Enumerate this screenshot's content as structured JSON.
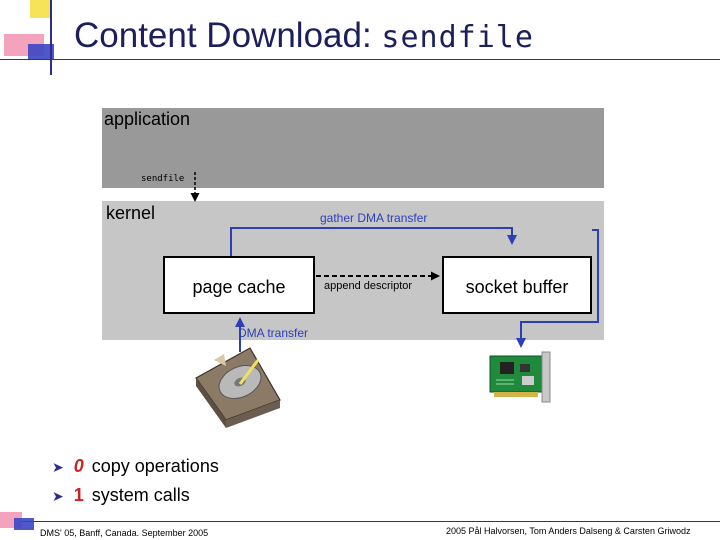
{
  "slide": {
    "title_main": "Content Download: ",
    "title_code": "sendfile"
  },
  "diagram": {
    "application_label": "application",
    "sendfile_call_label": "sendfile",
    "kernel_label": "kernel",
    "page_cache_label": "page cache",
    "socket_buffer_label": "socket buffer",
    "gather_dma_label": "gather DMA transfer",
    "append_descriptor_label": "append descriptor",
    "dma_transfer_label": "DMA transfer",
    "icons": [
      "hard-disk-icon",
      "network-card-icon"
    ],
    "colors": {
      "app_layer": "#999999",
      "kernel_layer": "#c6c6c6",
      "arrow_blue": "#2d3fb8"
    }
  },
  "bullets": [
    {
      "number": "0",
      "text": "copy operations"
    },
    {
      "number": "1",
      "text": "system calls"
    }
  ],
  "footer": {
    "left": "DMS' 05, Banff, Canada. September 2005",
    "right": "2005  Pål Halvorsen, Tom Anders Dalseng & Carsten Griwodz"
  }
}
